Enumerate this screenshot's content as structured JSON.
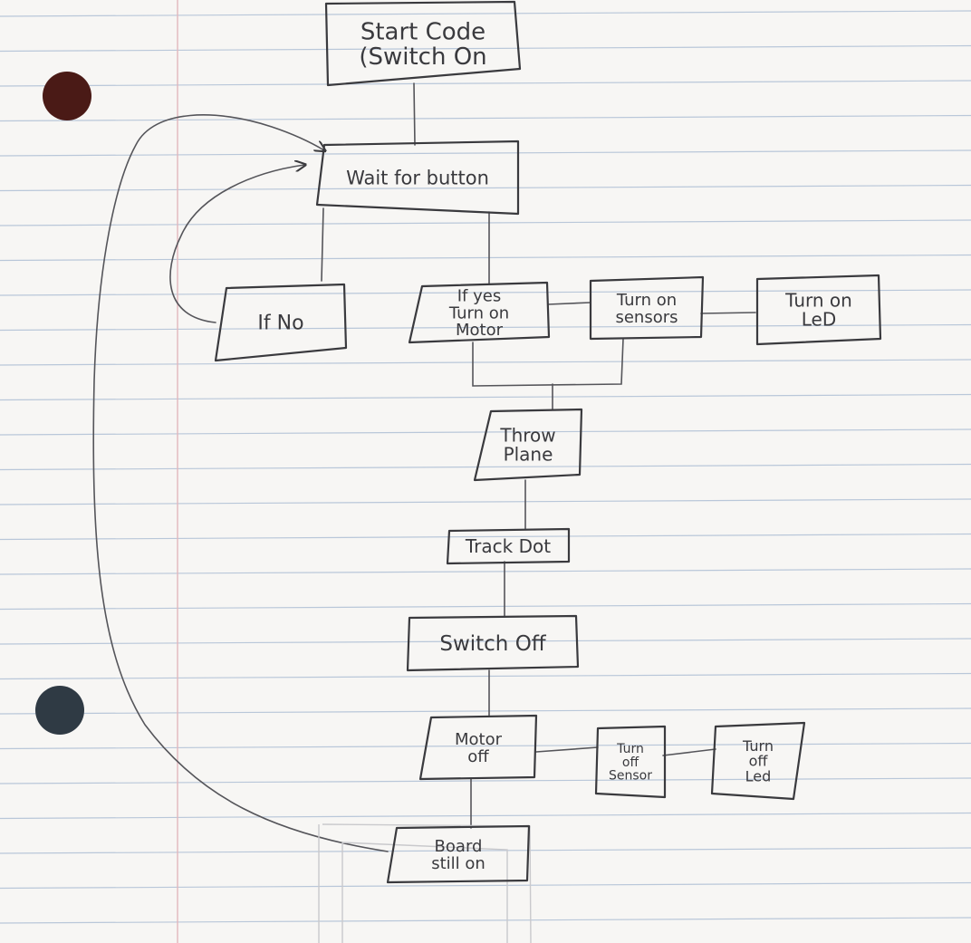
{
  "diagram": {
    "nodes": {
      "start": [
        "Start Code",
        "(Switch On"
      ],
      "wait": [
        "Wait for button"
      ],
      "if_no": [
        "If No"
      ],
      "motor_on": [
        "If yes",
        "Turn on",
        "Motor"
      ],
      "sensors_on": [
        "Turn on",
        "sensors"
      ],
      "led_on": [
        "Turn on",
        "LeD"
      ],
      "throw": [
        "Throw",
        "Plane"
      ],
      "track": [
        "Track Dot"
      ],
      "switch_off": [
        "Switch Off"
      ],
      "motor_off": [
        "Motor",
        "off"
      ],
      "sensor_off": [
        "Turn",
        "off",
        "Sensor"
      ],
      "led_off": [
        "Turn",
        "off",
        "Led"
      ],
      "board": [
        "Board",
        "still on"
      ]
    }
  },
  "colors": {
    "ink": "#3a3a3e",
    "paper": "#f7f6f4",
    "rule": "#b9c7d9",
    "margin": "#e2b7bd"
  }
}
